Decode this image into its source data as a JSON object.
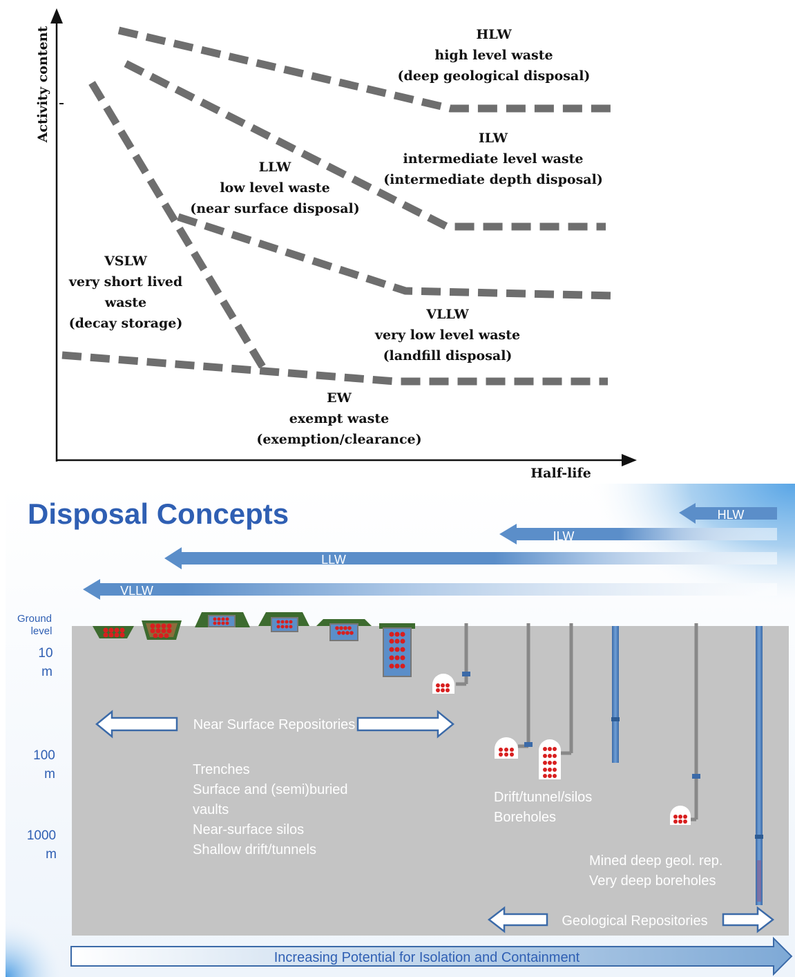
{
  "classification": {
    "y_axis_label": "Activity content",
    "x_axis_label": "Half-life",
    "categories": {
      "hlw": {
        "code": "HLW",
        "lines": [
          "high level waste",
          "(deep geological disposal)"
        ]
      },
      "ilw": {
        "code": "ILW",
        "lines": [
          "intermediate level waste",
          "(intermediate depth disposal)"
        ]
      },
      "llw": {
        "code": "LLW",
        "lines": [
          "low level waste",
          "(near surface disposal)"
        ]
      },
      "vslw": {
        "code": "VSLW",
        "lines": [
          "very short lived",
          "waste",
          "(decay storage)"
        ]
      },
      "vllw": {
        "code": "VLLW",
        "lines": [
          "very low level waste",
          "(landfill disposal)"
        ]
      },
      "ew": {
        "code": "EW",
        "lines": [
          "exempt waste",
          "(exemption/clearance)"
        ]
      }
    }
  },
  "concepts": {
    "title": "Disposal Concepts",
    "arrows": {
      "hlw": "HLW",
      "ilw": "ILW",
      "llw": "LLW",
      "vllw": "VLLW"
    },
    "depth_labels": {
      "ground": [
        "Ground",
        "level"
      ],
      "d10": [
        "10",
        "m"
      ],
      "d100": [
        "100",
        "m"
      ],
      "d1000": [
        "1000",
        "m"
      ]
    },
    "near_surface": {
      "label": "Near Surface Repositories",
      "items": [
        "Trenches",
        "Surface and (semi)buried",
        "vaults",
        "Near-surface silos",
        "Shallow drift/tunnels"
      ]
    },
    "intermediate": {
      "items": [
        "Drift/tunnel/silos",
        "Boreholes"
      ]
    },
    "deep": {
      "items": [
        "Mined deep geol. rep.",
        "Very deep boreholes"
      ]
    },
    "geological_label": "Geological Repositories",
    "bottom_arrow_label": "Increasing Potential for Isolation and Containment"
  },
  "colors": {
    "dash": "#6e6e6e",
    "title_blue": "#2f5fb3",
    "arrow_blue": "#5b8ec9",
    "ground_grey": "#c4c4c4",
    "waste_red": "#d81f1f",
    "label_white": "#ffffff"
  }
}
